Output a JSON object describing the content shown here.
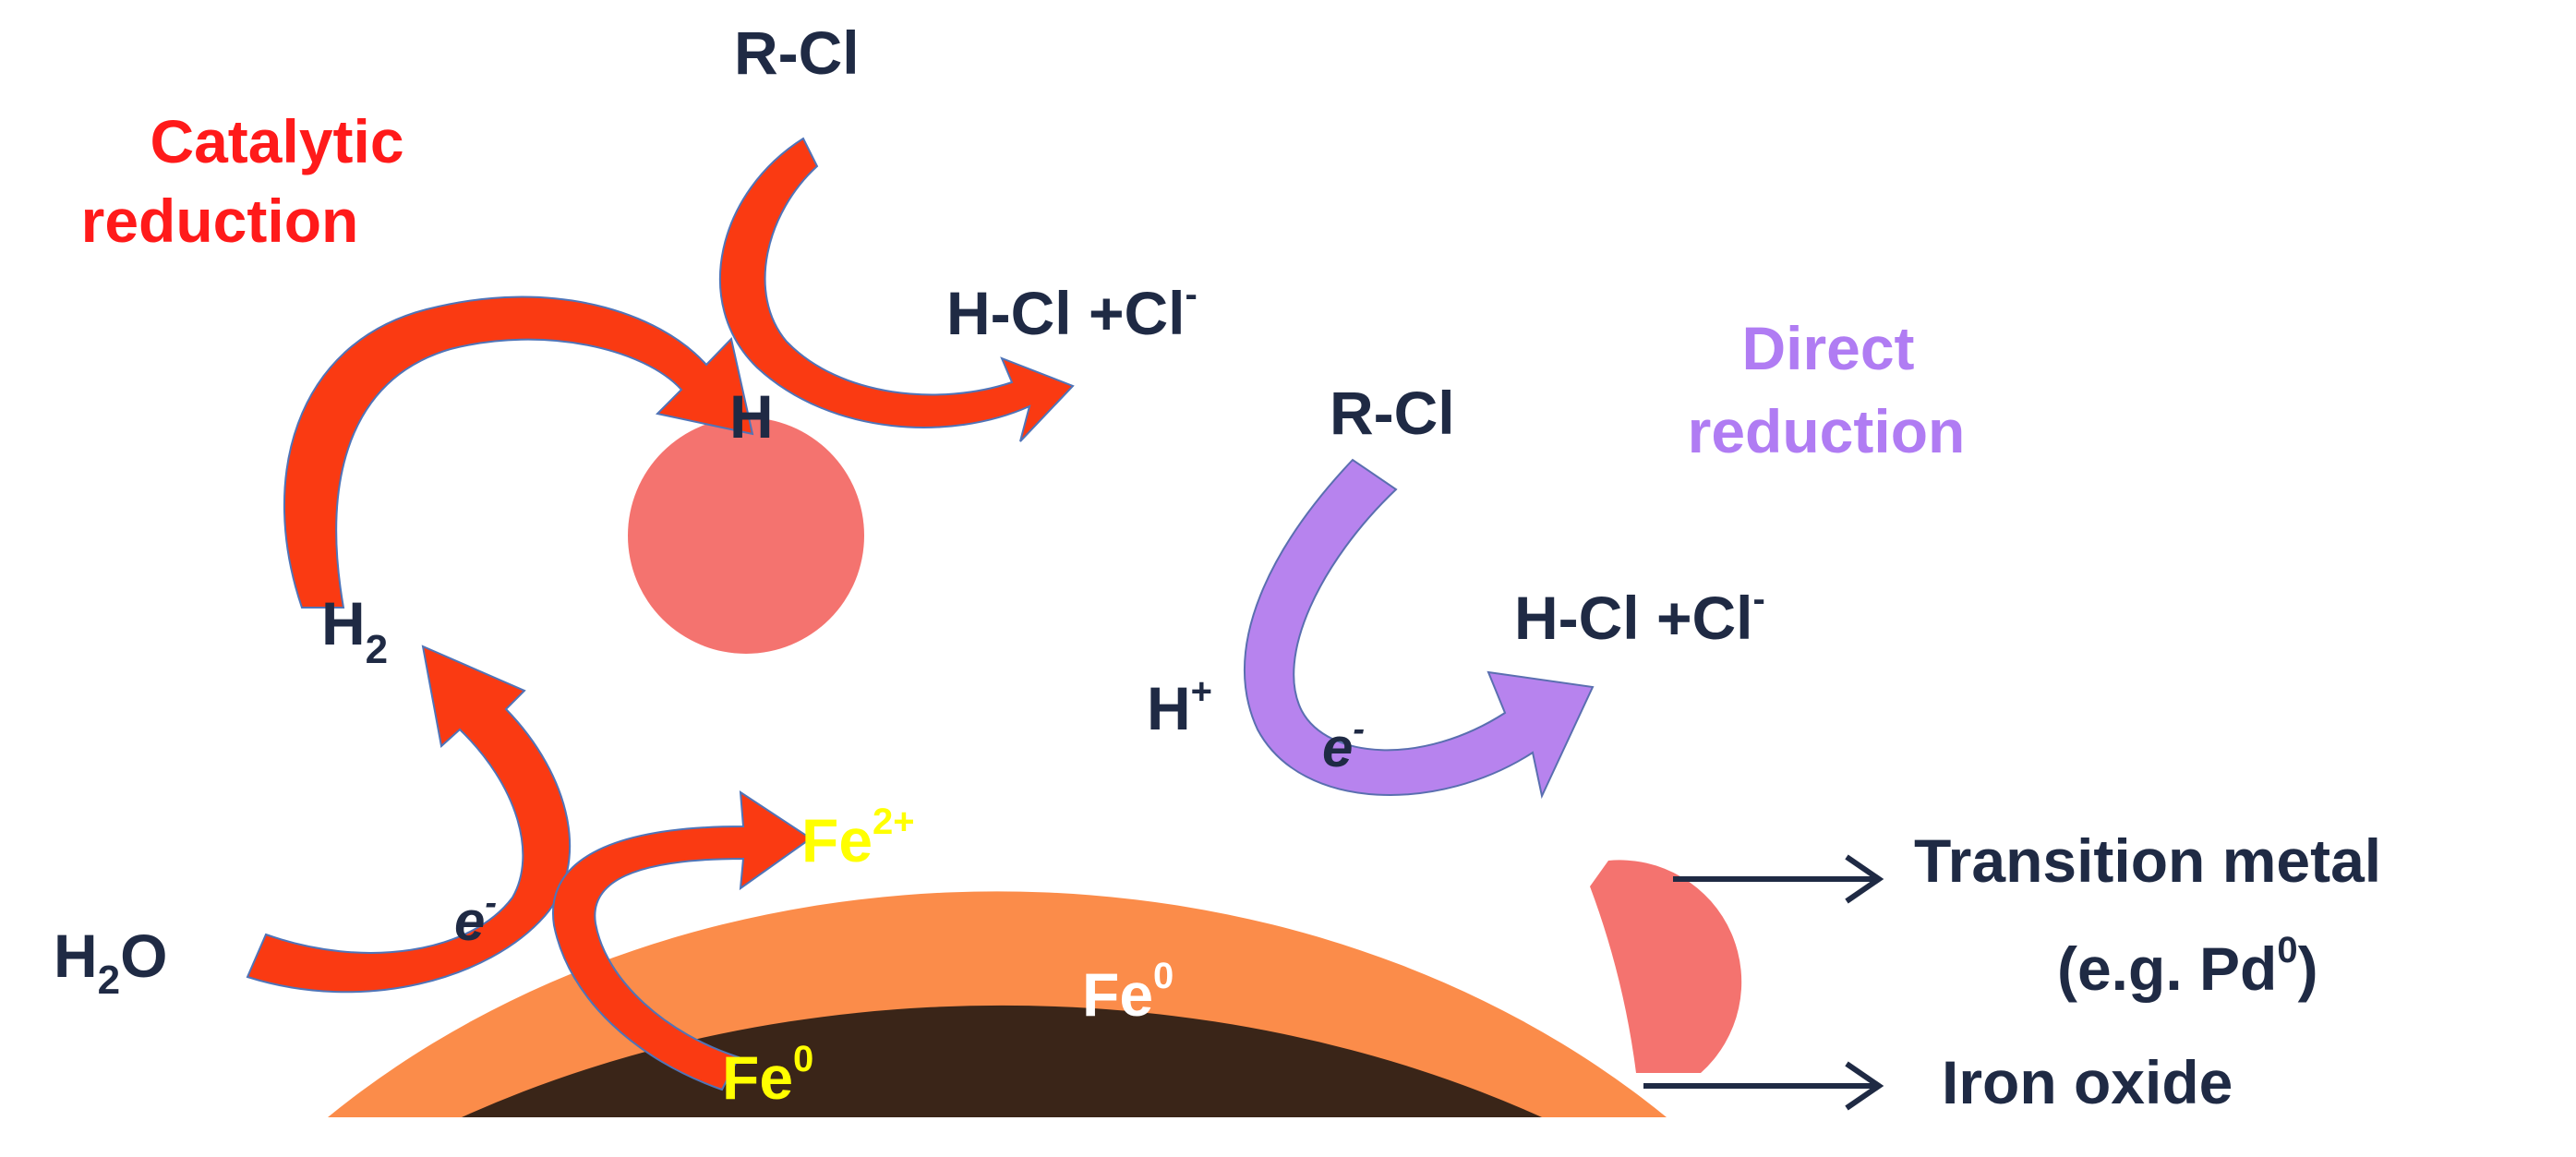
{
  "colors": {
    "background": "#ffffff",
    "iron_oxide_shell": "#fb8c4a",
    "iron_core": "#3a2518",
    "transition_metal_particle": "#f4736f",
    "catalytic_arrow": "#fa3a12",
    "direct_arrow": "#b783ee",
    "label_dark": "#1f2a44",
    "catalytic_title": "#ff1a1a",
    "direct_title": "#b07cf3",
    "iron_species_label": "#ffff00",
    "core_label": "#ffffff"
  },
  "catalytic": {
    "title_line1": "Catalytic",
    "title_line2": "reduction",
    "reactant": "R-Cl",
    "product": "H-Cl +Cl",
    "product_sup": "-",
    "adsorbed_h": "H",
    "h2": "H",
    "h2_sub": "2",
    "water": "H",
    "water_sub": "2",
    "water_tail": "O",
    "electron": "e",
    "electron_sup": "-",
    "fe_ion": "Fe",
    "fe_ion_sup": "2+",
    "fe_zero": "Fe",
    "fe_zero_sup": "0"
  },
  "direct": {
    "title_line1": "Direct",
    "title_line2": "reduction",
    "reactant": "R-Cl",
    "product": "H-Cl +Cl",
    "product_sup": "-",
    "proton": "H",
    "proton_sup": "+",
    "electron": "e",
    "electron_sup": "-"
  },
  "core": {
    "label": "Fe",
    "label_sup": "0"
  },
  "legend": {
    "transition_metal_line1": "Transition metal",
    "transition_metal_line2_prefix": "(e.g. Pd",
    "transition_metal_line2_sup": "0",
    "transition_metal_line2_suffix": ")",
    "iron_oxide": "Iron oxide"
  }
}
